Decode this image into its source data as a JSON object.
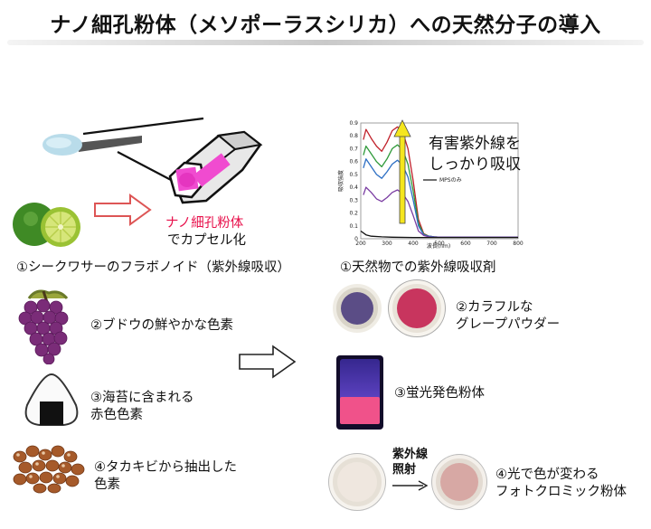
{
  "title": "ナノ細孔粉体（メソポーラスシリカ）への天然分子の導入",
  "capsule": {
    "line1": "ナノ細孔粉体",
    "line2": "でカプセル化"
  },
  "left": {
    "item1": "①シークワサーのフラボノイド（紫外線吸収）",
    "item2": "②ブドウの鮮やかな色素",
    "item3_line1": "③海苔に含まれる",
    "item3_line2": "赤色色素",
    "item4_line1": "④タカキビから抽出した",
    "item4_line2": "色素"
  },
  "right": {
    "uv_title": "①天然物での紫外線吸収剤",
    "grape_line1": "②カラフルな",
    "grape_line2": "グレープパウダー",
    "fluor": "③蛍光発色粉体",
    "uv_arrow_line1": "紫外線",
    "uv_arrow_line2": "照射",
    "photo_line1": "④光で色が変わる",
    "photo_line2": "フォトクロミック粉体"
  },
  "chart_data": {
    "type": "line",
    "annotation_line1": "有害紫外線を",
    "annotation_line2": "しっかり吸収",
    "ylabel": "吸収強度",
    "xlabel": "波長(nm)",
    "x_ticks": [
      "200",
      "300",
      "400",
      "500",
      "600",
      "700",
      "800"
    ],
    "y_ticks": [
      "0",
      "0.1",
      "0.2",
      "0.3",
      "0.4",
      "0.5",
      "0.6",
      "0.7",
      "0.8",
      "0.9"
    ],
    "xlim": [
      200,
      800
    ],
    "ylim": [
      0,
      0.9
    ],
    "series": [
      {
        "color": "#c0202a",
        "x": [
          210,
          220,
          240,
          260,
          280,
          300,
          320,
          340,
          360,
          380,
          400,
          420,
          440,
          460,
          480,
          500,
          600,
          700,
          800
        ],
        "y": [
          0.77,
          0.85,
          0.78,
          0.72,
          0.68,
          0.75,
          0.84,
          0.87,
          0.83,
          0.7,
          0.45,
          0.15,
          0.04,
          0.02,
          0.015,
          0.012,
          0.012,
          0.012,
          0.012
        ]
      },
      {
        "color": "#2f9a3a",
        "x": [
          210,
          220,
          240,
          260,
          280,
          300,
          320,
          340,
          360,
          380,
          400,
          420,
          440,
          460,
          480,
          500,
          600,
          700,
          800
        ],
        "y": [
          0.65,
          0.72,
          0.66,
          0.6,
          0.56,
          0.62,
          0.7,
          0.73,
          0.69,
          0.58,
          0.37,
          0.12,
          0.035,
          0.02,
          0.015,
          0.012,
          0.012,
          0.012,
          0.012
        ]
      },
      {
        "color": "#2d6fc4",
        "x": [
          210,
          220,
          240,
          260,
          280,
          300,
          320,
          340,
          360,
          380,
          400,
          420,
          440,
          460,
          480,
          500,
          600,
          700,
          800
        ],
        "y": [
          0.55,
          0.62,
          0.56,
          0.5,
          0.47,
          0.52,
          0.58,
          0.61,
          0.57,
          0.48,
          0.3,
          0.1,
          0.03,
          0.02,
          0.015,
          0.012,
          0.012,
          0.012,
          0.012
        ]
      },
      {
        "color": "#7a3ca2",
        "x": [
          210,
          220,
          240,
          260,
          280,
          300,
          320,
          340,
          360,
          380,
          400,
          420,
          440,
          460,
          480,
          500,
          600,
          700,
          800
        ],
        "y": [
          0.34,
          0.4,
          0.36,
          0.31,
          0.29,
          0.32,
          0.36,
          0.38,
          0.35,
          0.29,
          0.18,
          0.06,
          0.025,
          0.015,
          0.012,
          0.012,
          0.012,
          0.012,
          0.012
        ]
      },
      {
        "name": "MPSのみ",
        "color": "#111111",
        "x": [
          200,
          220,
          240,
          280,
          320,
          400,
          500,
          600,
          700,
          800
        ],
        "y": [
          0.06,
          0.03,
          0.02,
          0.015,
          0.012,
          0.01,
          0.01,
          0.01,
          0.01,
          0.01
        ]
      }
    ]
  }
}
